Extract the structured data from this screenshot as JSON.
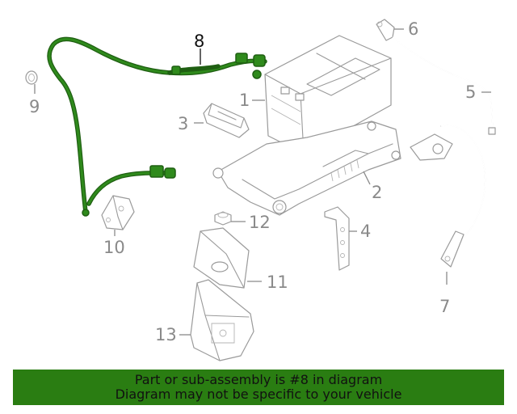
{
  "callouts": {
    "c1": "1",
    "c2": "2",
    "c3": "3",
    "c4": "4",
    "c5": "5",
    "c6": "6",
    "c7": "7",
    "c8": "8",
    "c9": "9",
    "c10": "10",
    "c11": "11",
    "c12": "12",
    "c13": "13"
  },
  "highlight_color": "#2a7d12",
  "footer": {
    "line1": "Part or sub-assembly is #8 in diagram",
    "line2": "Diagram may not be specific to your vehicle"
  }
}
